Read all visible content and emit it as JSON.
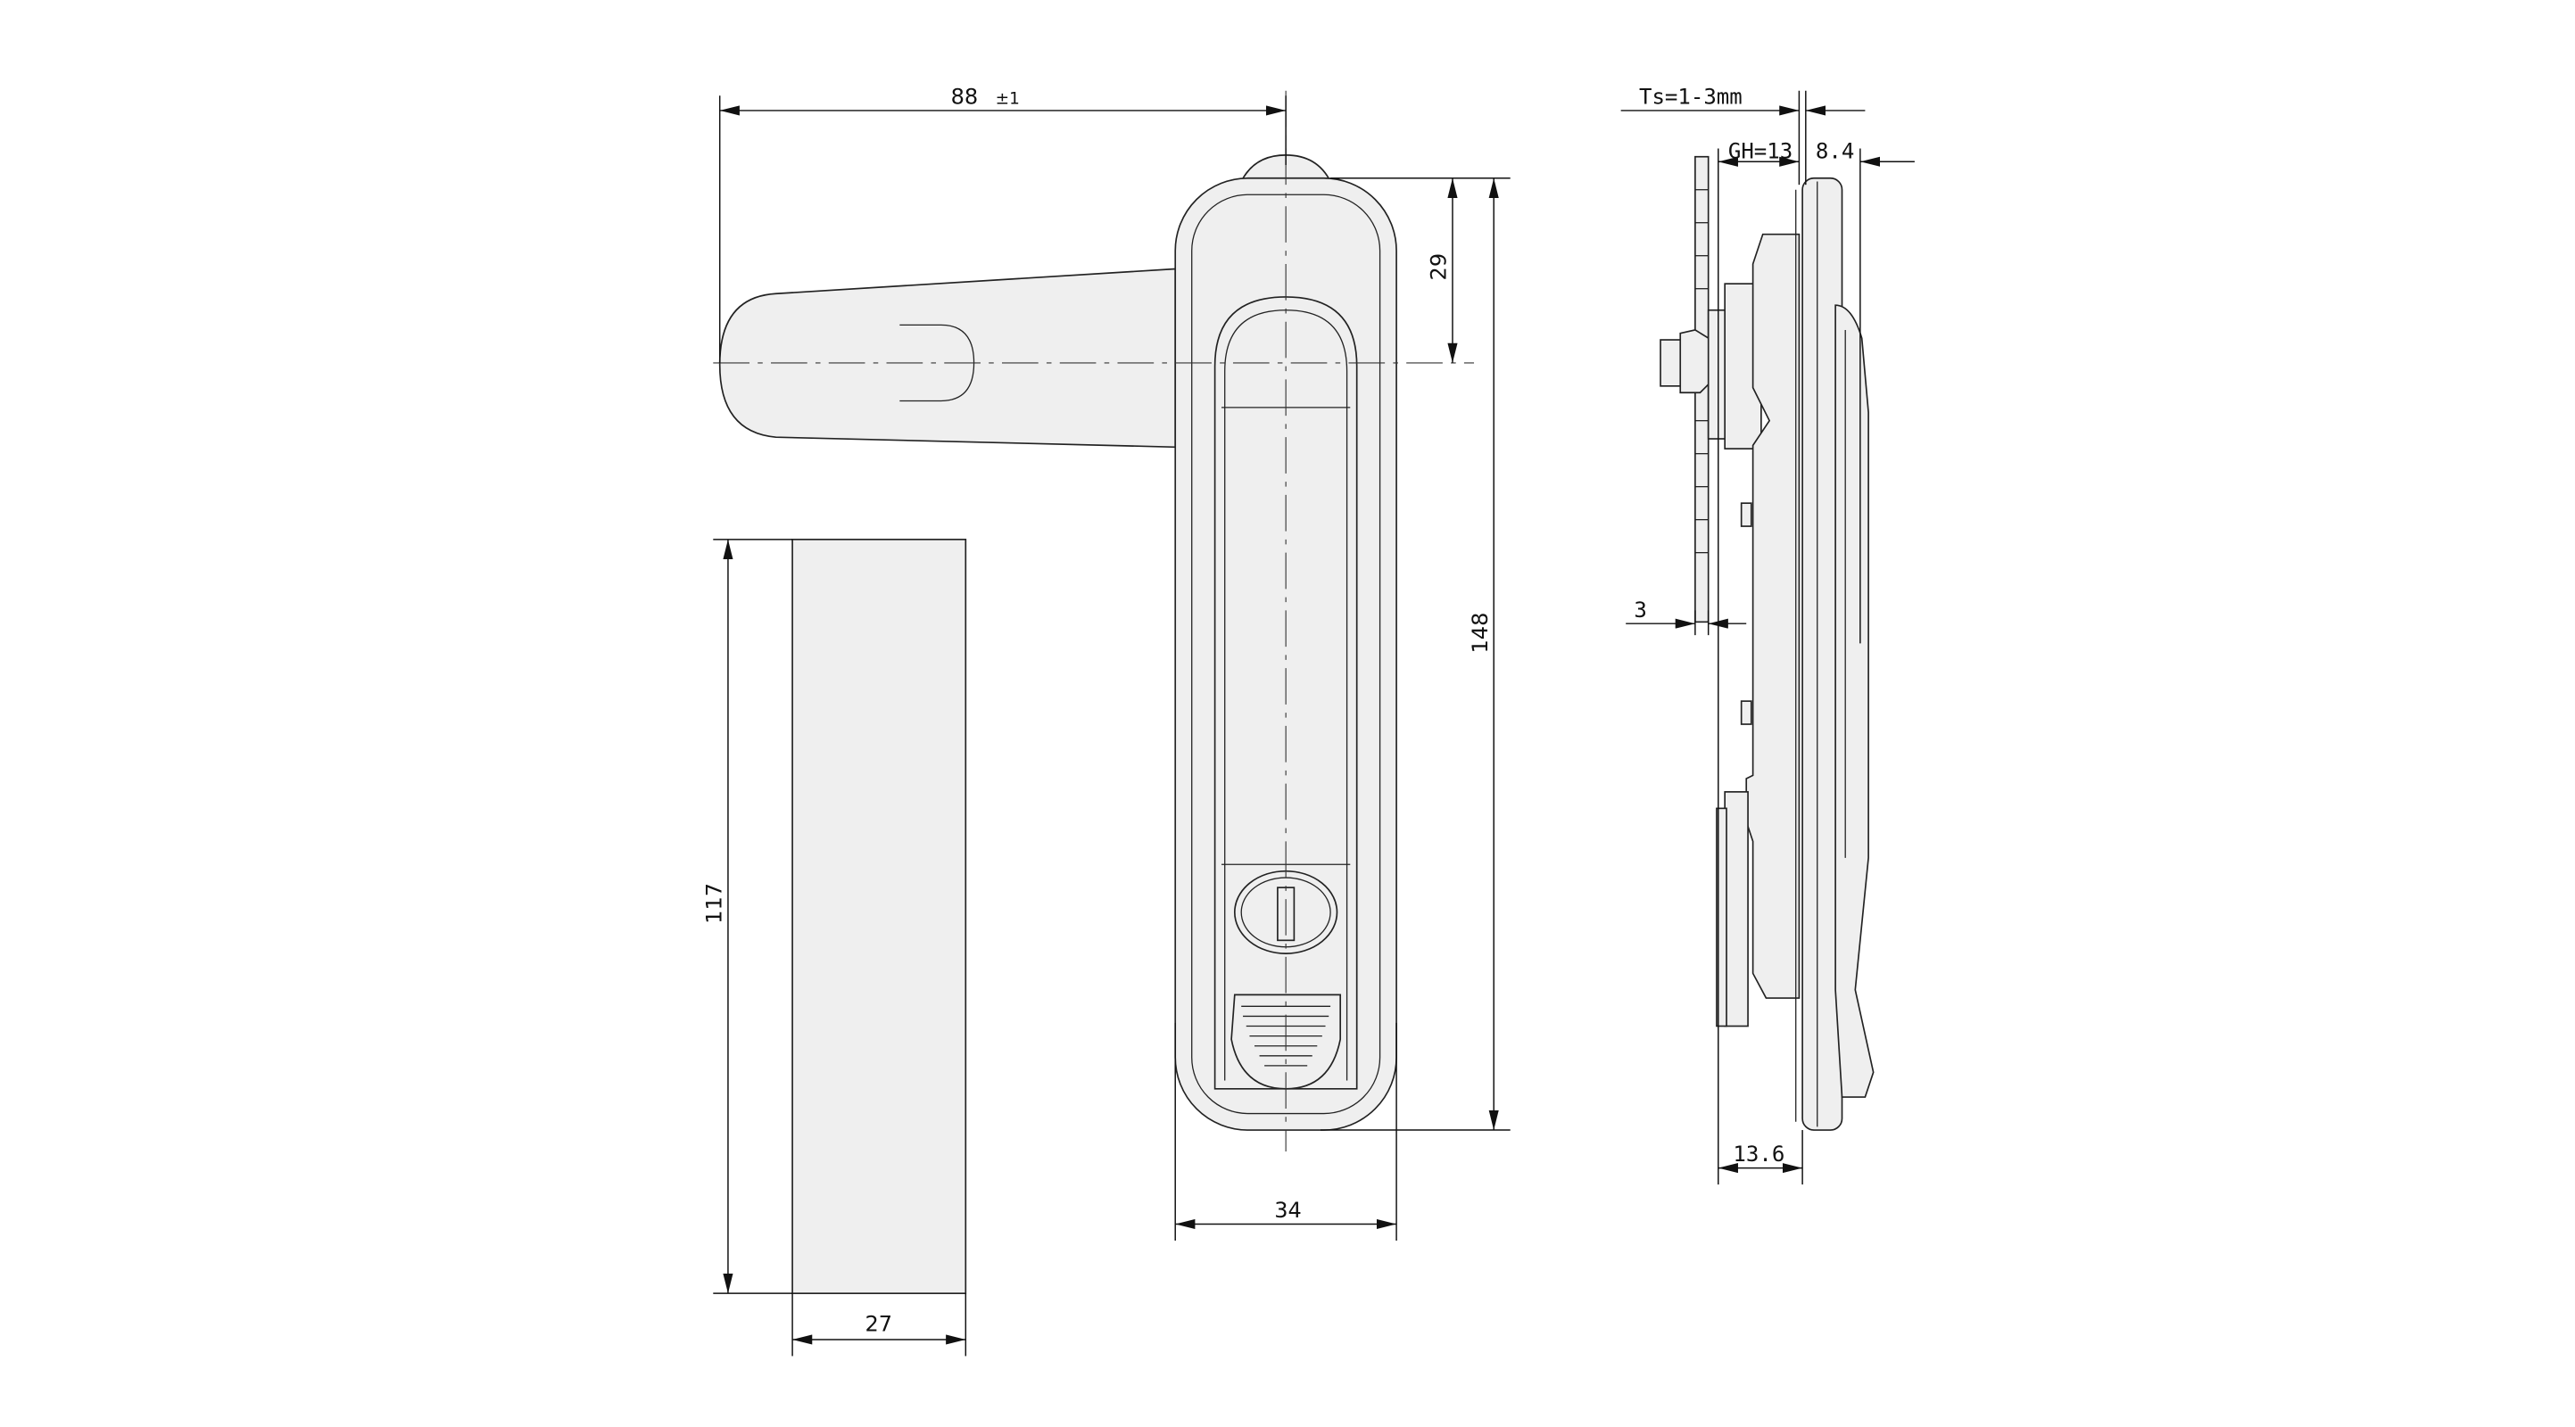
{
  "drawing": {
    "front_view": {
      "width_overall": "88",
      "tolerance": "±1",
      "handle_axis_offset": "29",
      "height_overall": "148",
      "body_width": "34"
    },
    "cutout_view": {
      "cutout_height": "117",
      "cutout_width": "27"
    },
    "side_view": {
      "sheet_thickness": "Ts=1-3mm",
      "grip_height": "GH=13",
      "projection": "8.4",
      "plate_thickness": "3",
      "depth": "13.6"
    },
    "colors": {
      "fill": "#efefef",
      "line": "#222222"
    }
  }
}
